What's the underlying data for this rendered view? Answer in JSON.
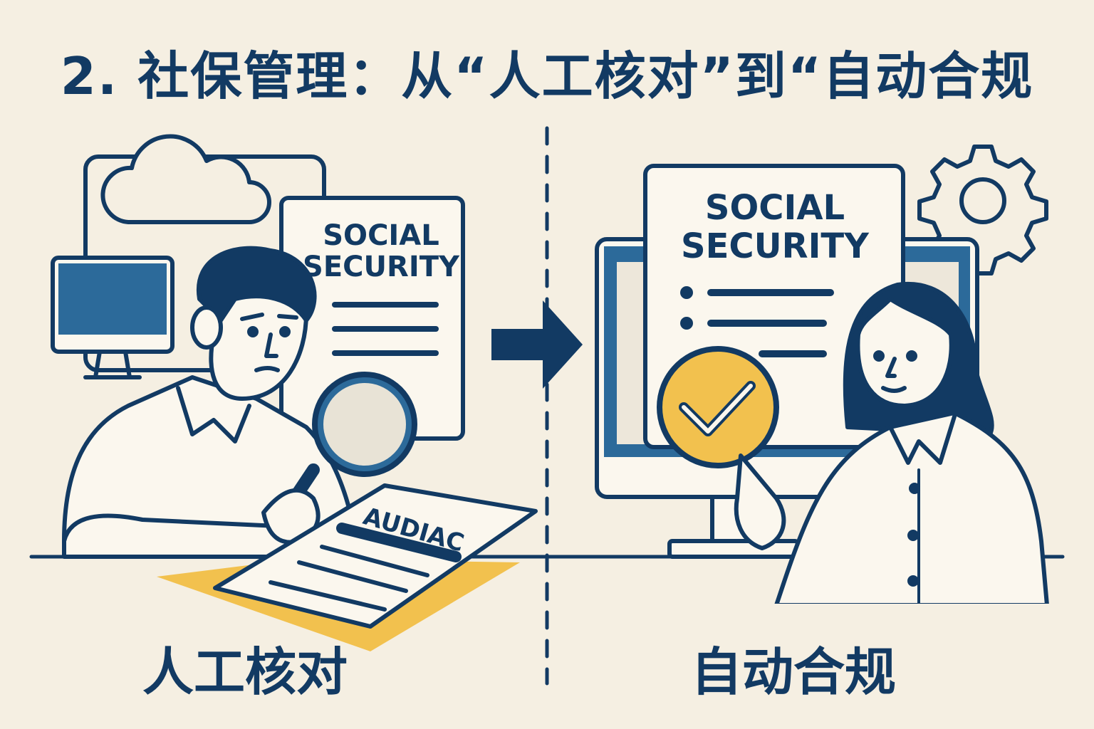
{
  "title": "2. 社保管理：从“人工核对”到“自动合规",
  "left_panel": {
    "caption": "人工核对",
    "document_title_line1": "SOCIAL",
    "document_title_line2": "SECURITY",
    "audit_paper_heading": "AUDIAC"
  },
  "right_panel": {
    "caption": "自动合规",
    "document_title_line1": "SOCIAL",
    "document_title_line2": "SECURITY"
  },
  "colors": {
    "navy": "#123a63",
    "blue": "#2c6a9a",
    "yellow": "#f2c14e",
    "background": "#f5efe2",
    "paper": "#fbf7ee"
  }
}
